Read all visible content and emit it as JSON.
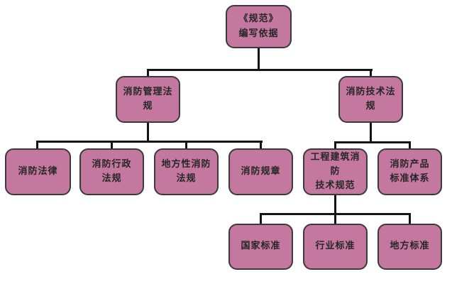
{
  "diagram": {
    "type": "tree",
    "colors": {
      "box_fill": "#c5789f",
      "box_border": "#3a3a3a",
      "line_color": "#141414",
      "text_color": "#262626",
      "background": "#ffffff"
    },
    "nodes": {
      "root": {
        "label": "《规范》\n编写依据"
      },
      "mgmt": {
        "label": "消防管理法规"
      },
      "tech": {
        "label": "消防技术法规"
      },
      "law": {
        "label": "消防法律"
      },
      "admin": {
        "label": "消防行政\n法规"
      },
      "local": {
        "label": "地方性消防\n法规"
      },
      "rules": {
        "label": "消防规章"
      },
      "eng": {
        "label": "工程建筑消防\n技术规范"
      },
      "product": {
        "label": "消防产品\n标准体系"
      },
      "national": {
        "label": "国家标准"
      },
      "industry": {
        "label": "行业标准"
      },
      "localstd": {
        "label": "地方标准"
      }
    },
    "edges": [
      [
        "root",
        "mgmt"
      ],
      [
        "root",
        "tech"
      ],
      [
        "mgmt",
        "law"
      ],
      [
        "mgmt",
        "admin"
      ],
      [
        "mgmt",
        "local"
      ],
      [
        "mgmt",
        "rules"
      ],
      [
        "tech",
        "eng"
      ],
      [
        "tech",
        "product"
      ],
      [
        "eng",
        "national"
      ],
      [
        "eng",
        "industry"
      ],
      [
        "eng",
        "localstd"
      ]
    ]
  }
}
